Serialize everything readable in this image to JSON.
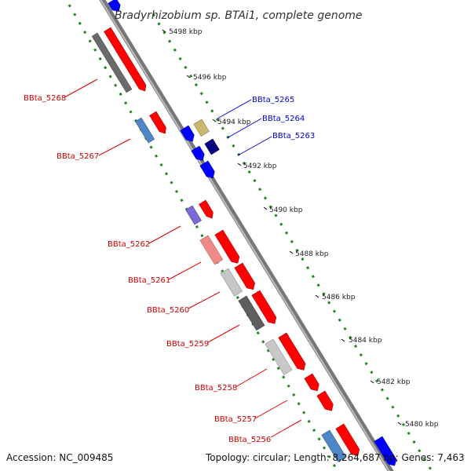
{
  "title": "Bradyrhizobium sp. BTAi1, complete genome",
  "footer": {
    "accession": "Accession: NC_009485",
    "topology": "Topology: circular; Length: 8,264,687 bp; Genes: 7,463"
  },
  "ticks": [
    "5498 kbp",
    "5496 kbp",
    "5494 kbp",
    "5492 kbp",
    "5490 kbp",
    "5488 kbp",
    "5486 kbp",
    "5484 kbp",
    "5482 kbp",
    "5480 kbp"
  ],
  "labels_forward": [
    "BBta_5265",
    "BBta_5264",
    "BBta_5263"
  ],
  "labels_reverse": [
    "BBta_5268",
    "BBta_5267",
    "BBta_5262",
    "BBta_5261",
    "BBta_5260",
    "BBta_5259",
    "BBta_5258",
    "BBta_5257",
    "BBta_5256"
  ],
  "colors": {
    "reverse_gene": "#ff0000",
    "forward_gene": "#0000ff",
    "reverse_label": "#cc0000",
    "forward_label": "#0000cc",
    "backbone": "#808080",
    "dotted_track": "#1a8a1a"
  }
}
